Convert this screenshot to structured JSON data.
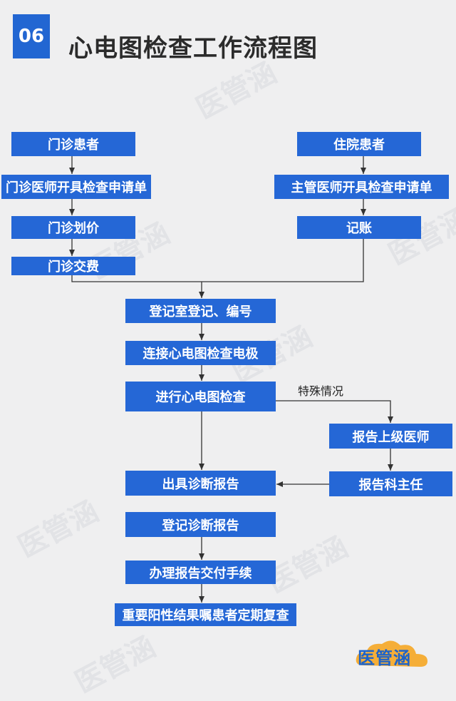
{
  "badge": "06",
  "title": "心电图检查工作流程图",
  "watermark": "医管涵",
  "nodes": {
    "outpatient": "门诊患者",
    "outpatient_order": "门诊医师开具检查申请单",
    "pricing": "门诊划价",
    "payment": "门诊交费",
    "inpatient": "住院患者",
    "inpatient_order": "主管医师开具检查申请单",
    "billing": "记账",
    "registration": "登记室登记、编号",
    "electrodes": "连接心电图检查电极",
    "exam": "进行心电图检查",
    "report_senior": "报告上级医师",
    "report_director": "报告科主任",
    "issue_report": "出具诊断报告",
    "log_report": "登记诊断报告",
    "deliver_report": "办理报告交付手续",
    "followup": "重要阳性结果嘱患者定期复查"
  },
  "special_case_label": "特殊情况",
  "logo_text": "医管涵",
  "colors": {
    "box": "#2567d6",
    "badge": "#2266d2",
    "line": "#333333"
  }
}
